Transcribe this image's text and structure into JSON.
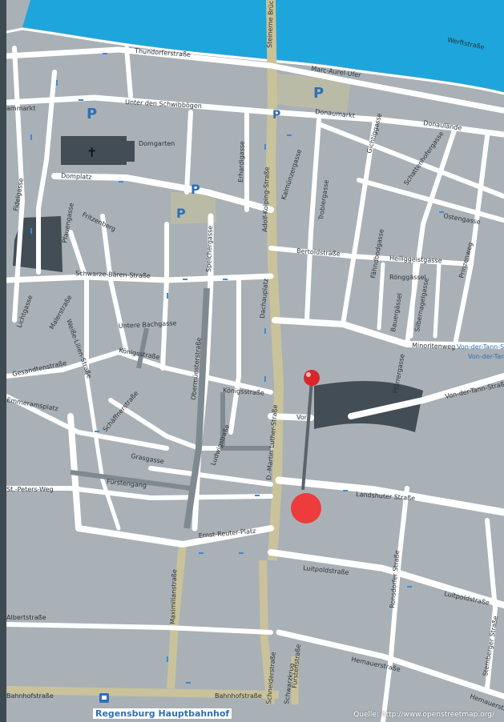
{
  "credit": "Quelle: http://www.openstreetmap.org/",
  "station": "Regensburg Hauptbahnhof",
  "colors": {
    "river": "#1ea5dc",
    "road": "#ffffff",
    "block": "#a9b1b6",
    "major_road": "#c9c29a",
    "building": "#434d55",
    "pin": "#d8262b",
    "marker": "#ee3b3b",
    "parking": "#2f6fb3"
  },
  "streets": {
    "thundorfer": "Thundorferstraße",
    "steinerne_bruecke": "Steinerne Brücke",
    "marc_aurel": "Marc-Aurel-Ufer",
    "werft": "Werftstraße",
    "schwibboegen": "Unter den Schwibbögen",
    "donaumarkt": "Donaumarkt",
    "donaulaende": "Donaulände",
    "ammarkt": "ammarkt",
    "domgarten": "Domgarten",
    "domplatz": "Domplatz",
    "erhard": "Erhardigasse",
    "adolf": "Adolf-Kolping-Straße",
    "kalmuenzer": "Kalmünzergasse",
    "trobler": "Troblergasse",
    "gichtig": "Gichtiggasse",
    "schaetten": "Schattenhofergasse",
    "ostengasse": "Ostengasse",
    "fidelgasse": "Fidelgasse",
    "pfauengasse": "Pfauengasse",
    "fritzenberg": "Fritzenberg",
    "speicher": "Speichergasse",
    "bertold": "Bertoldstraße",
    "heilig": "Heiliggeistgasse",
    "faehnd": "Fähndbodgasse",
    "roenig": "Rönggässel",
    "prinzen": "Prinzenweg",
    "schwarze": "Schwarze-Bären-Straße",
    "dachau": "Dachauplatz",
    "lichtgasse": "Lichtgasse",
    "weisse_lilien": "Weiße-Lilien-Straße",
    "untere_bach": "Untere Bachgasse",
    "bauer": "Bauergässel",
    "silbern": "Silbernagelgasse",
    "minoritenweg": "Minoritenweg",
    "von_der_tann": "Von-der-Tann-Straße",
    "von_der_tann_schule": "Von-der-Tann-Schule",
    "pfaerrergasse": "Pfärrergasse",
    "vor": "Vor",
    "malerstrasse": "Malerstraße",
    "koenig1": "Königsstraße",
    "koenig2": "Königsstraße",
    "schaeffner": "Schäffnerstraße",
    "grasgasse": "Grasgasse",
    "obermuenster": "Obermünsterstraße",
    "gesandten": "Gesandtenstraße",
    "emmeram": "Emmeramsplatz",
    "ludwig": "Ludwigstraße",
    "dr_martin": "D.-Martin-Luther-Straße",
    "landshuter": "Landshuter Straße",
    "petersweg": "St.-Peters-Weg",
    "fuerstengang": "Fürstengang",
    "ernst_reuter": "Ernst-Reuter-Platz",
    "maximilian": "Maximilianstraße",
    "luitpold1": "Luitpoldstraße",
    "luitpold2": "Luitpoldstraße",
    "ronsdorfer": "Ronsdorfer Straße",
    "albertstr": "Albertstraße",
    "hemauer1": "Hemauerstraße",
    "hemauer2": "Hemauerstraße",
    "bahnhof1": "Bahnhofstraße",
    "bahnhof2": "Bahnhofstraße",
    "schwarz_krug": "Schwarzkrug",
    "fuerstenstr": "Fürstenstraße",
    "stemberger": "Stemberger Straße",
    "schneider": "Schneiderstraße"
  }
}
